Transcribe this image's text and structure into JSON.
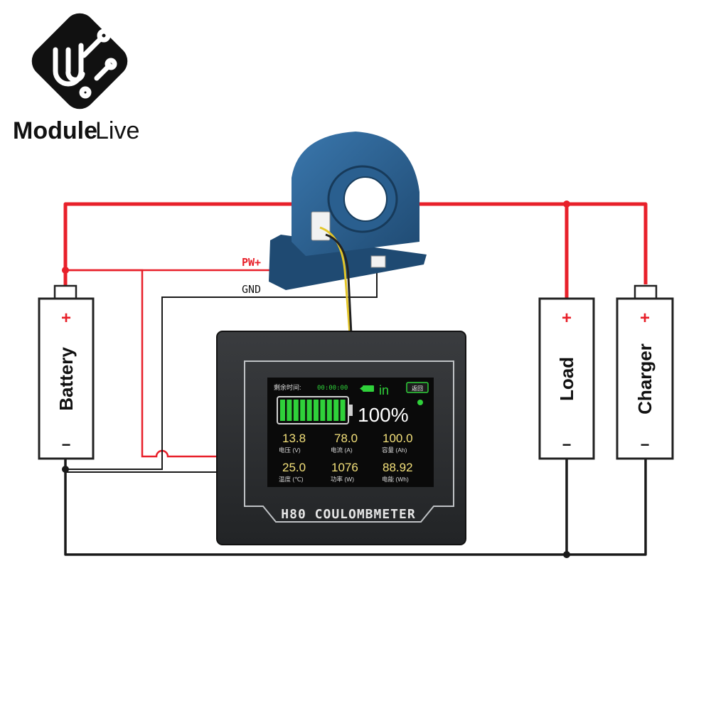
{
  "logo": {
    "text_module": "Module",
    "text_live": "Live",
    "color_dark": "#111111",
    "color_light": "#ffffff"
  },
  "wires": {
    "positive_color": "#e8202a",
    "ground_color": "#1a1a1a",
    "pw_label": "PW+",
    "gnd_label": "GND"
  },
  "battery": {
    "label": "Battery",
    "plus": "+",
    "minus": "−"
  },
  "load": {
    "label": "Load",
    "plus": "+",
    "minus": "−"
  },
  "charger": {
    "label": "Charger",
    "plus": "+",
    "minus": "−"
  },
  "meter": {
    "model_label": "H80 COULOMBMETER",
    "bezel_color": "#2c2e30",
    "screen_bg": "#0a0a0a",
    "remaining_label": "剩余时间:",
    "remaining_value": "00:00:00",
    "direction": "in",
    "back_button": "返回",
    "percent": "100%",
    "battery_level": 1.0,
    "value_color": "#f3e07a",
    "accent_green": "#2fd13a",
    "readings": [
      {
        "value": "13.8",
        "label": "电压 (V)"
      },
      {
        "value": "78.0",
        "label": "电流 (A)"
      },
      {
        "value": "100.0",
        "label": "容量 (Ah)"
      },
      {
        "value": "25.0",
        "label": "温度 (℃)"
      },
      {
        "value": "1076",
        "label": "功率 (W)"
      },
      {
        "value": "88.92",
        "label": "电能 (Wh)"
      }
    ]
  },
  "sensor": {
    "color": "#2a5f8f",
    "name": "hall-current-sensor"
  }
}
